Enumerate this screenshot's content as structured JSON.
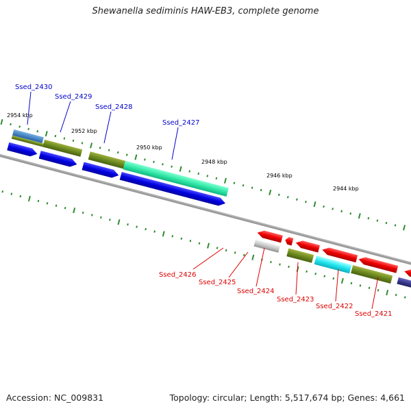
{
  "title": "Shewanella sediminis HAW-EB3, complete genome",
  "footer": {
    "accession": "Accession: NC_009831",
    "summary": "Topology: circular; Length: 5,517,674 bp; Genes: 4,661"
  },
  "colors": {
    "forward_label": "#0000cc",
    "reverse_label": "#dd0000",
    "backbone": "#888888",
    "tick": "#2e8b2e"
  },
  "ticks": [
    "2954 kbp",
    "2952 kbp",
    "2950 kbp",
    "2948 kbp",
    "2946 kbp",
    "2944 kbp"
  ],
  "forward_labels": [
    "Ssed_2430",
    "Ssed_2429",
    "Ssed_2428",
    "Ssed_2427"
  ],
  "reverse_labels": [
    "Ssed_2426",
    "Ssed_2425",
    "Ssed_2424",
    "Ssed_2423",
    "Ssed_2422",
    "Ssed_2421"
  ]
}
